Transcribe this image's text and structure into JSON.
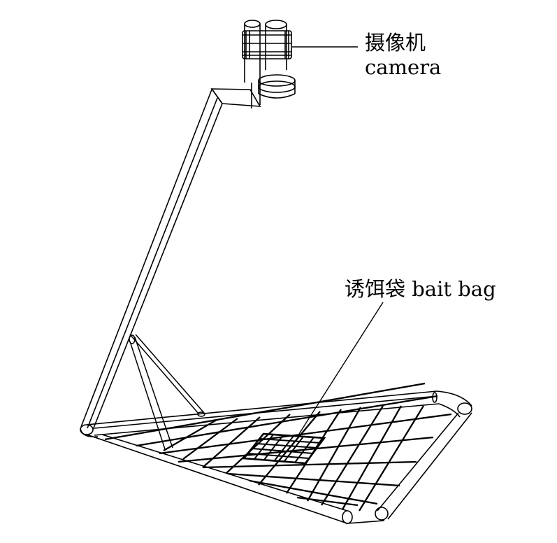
{
  "labels": {
    "camera_cn": "摄像机",
    "camera_en": "camera",
    "bait_bag": "诱饵袋 bait bag"
  },
  "colors": {
    "line": "#000000",
    "background": "#ffffff"
  }
}
